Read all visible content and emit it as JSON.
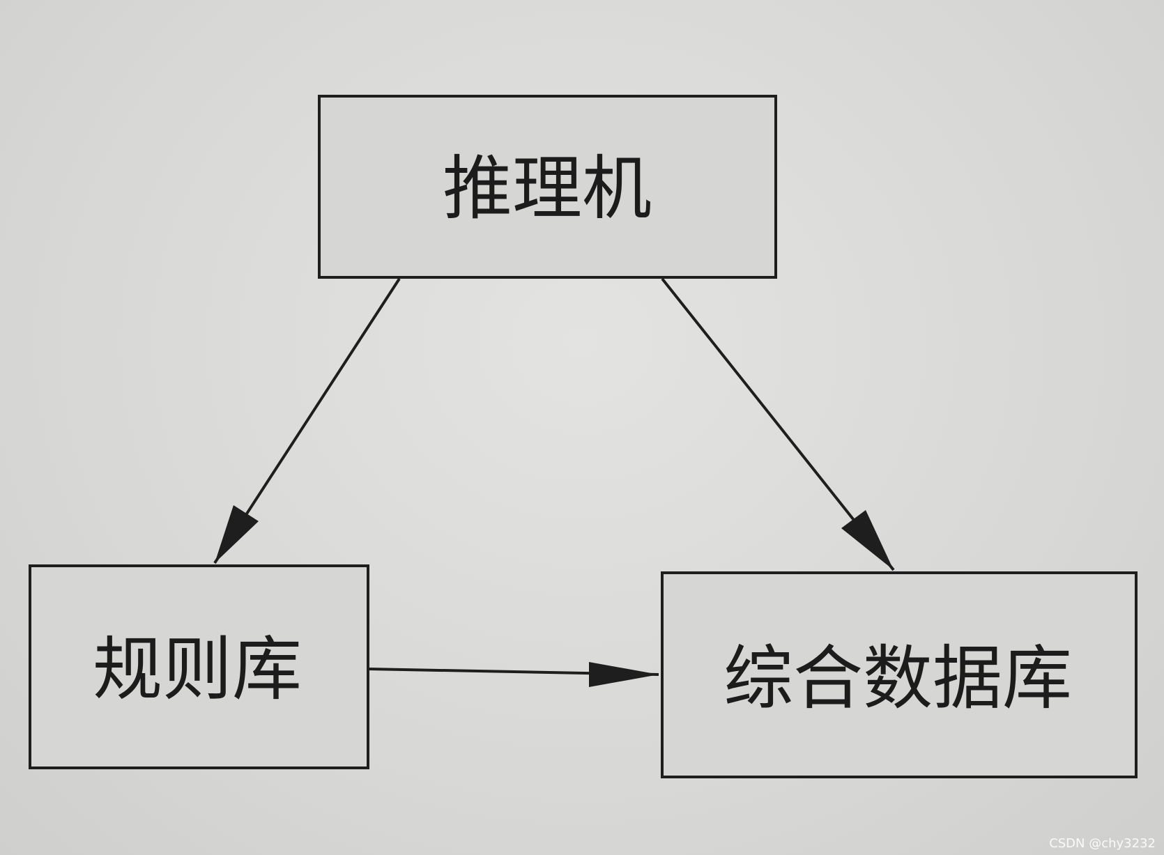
{
  "diagram": {
    "nodes": [
      {
        "id": "inference",
        "label": "推理机"
      },
      {
        "id": "rules",
        "label": "规则库"
      },
      {
        "id": "database",
        "label": "综合数据库"
      }
    ],
    "edges": [
      {
        "from": "inference",
        "to": "rules"
      },
      {
        "from": "inference",
        "to": "database"
      },
      {
        "from": "rules",
        "to": "database"
      }
    ]
  },
  "watermark": "CSDN @chy3232"
}
